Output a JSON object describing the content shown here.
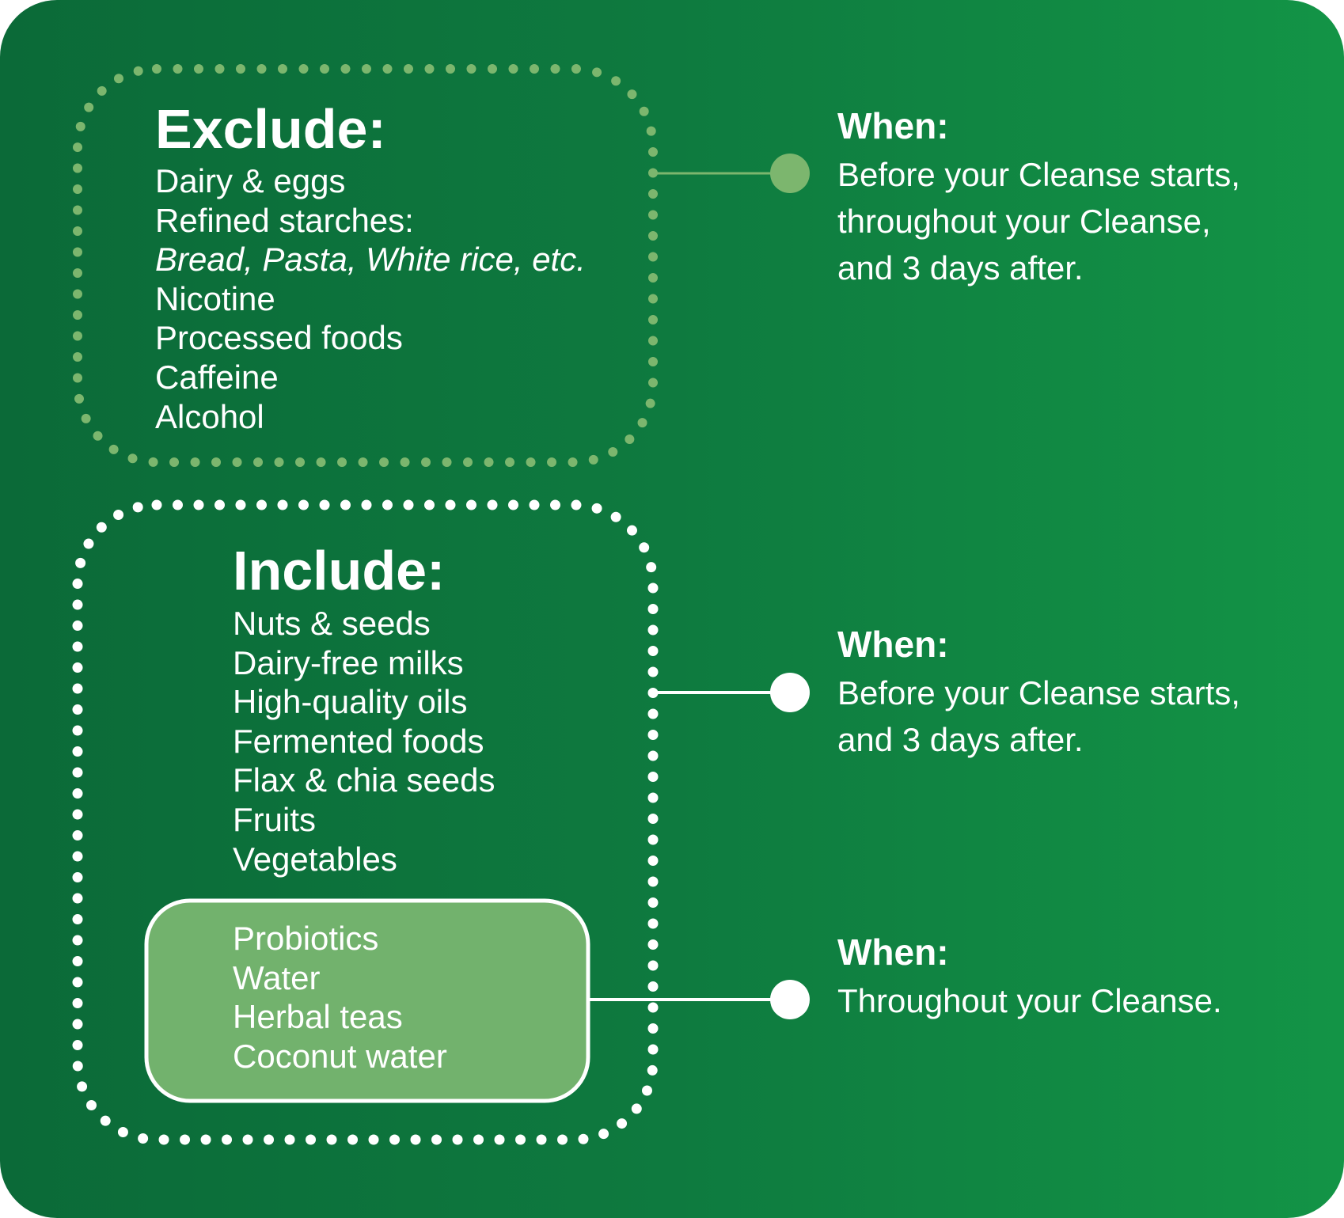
{
  "colors": {
    "background_start": "#0b6a38",
    "background_end": "#139446",
    "exclude_accent": "#7cb66e",
    "include_accent": "#ffffff",
    "daily_box_fill": "#72b26d",
    "text": "#ffffff"
  },
  "exclude": {
    "heading": "Exclude:",
    "items": [
      "Dairy & eggs",
      "Refined starches:",
      "Bread, Pasta, White rice, etc.",
      "Nicotine",
      "Processed foods",
      "Caffeine",
      "Alcohol"
    ],
    "when_title": "When:",
    "when_text": "Before your Cleanse starts,\nthroughout your Cleanse,\nand 3 days after."
  },
  "include": {
    "heading": "Include:",
    "items": [
      "Nuts & seeds",
      "Dairy-free milks",
      "High-quality oils",
      "Fermented foods",
      "Flax & chia seeds",
      "Fruits",
      "Vegetables"
    ],
    "when_title": "When:",
    "when_text": "Before your Cleanse starts,\nand 3 days after."
  },
  "daily": {
    "items": [
      "Probiotics",
      "Water",
      "Herbal teas",
      "Coconut water"
    ],
    "when_title": "When:",
    "when_text": "Throughout your Cleanse."
  }
}
